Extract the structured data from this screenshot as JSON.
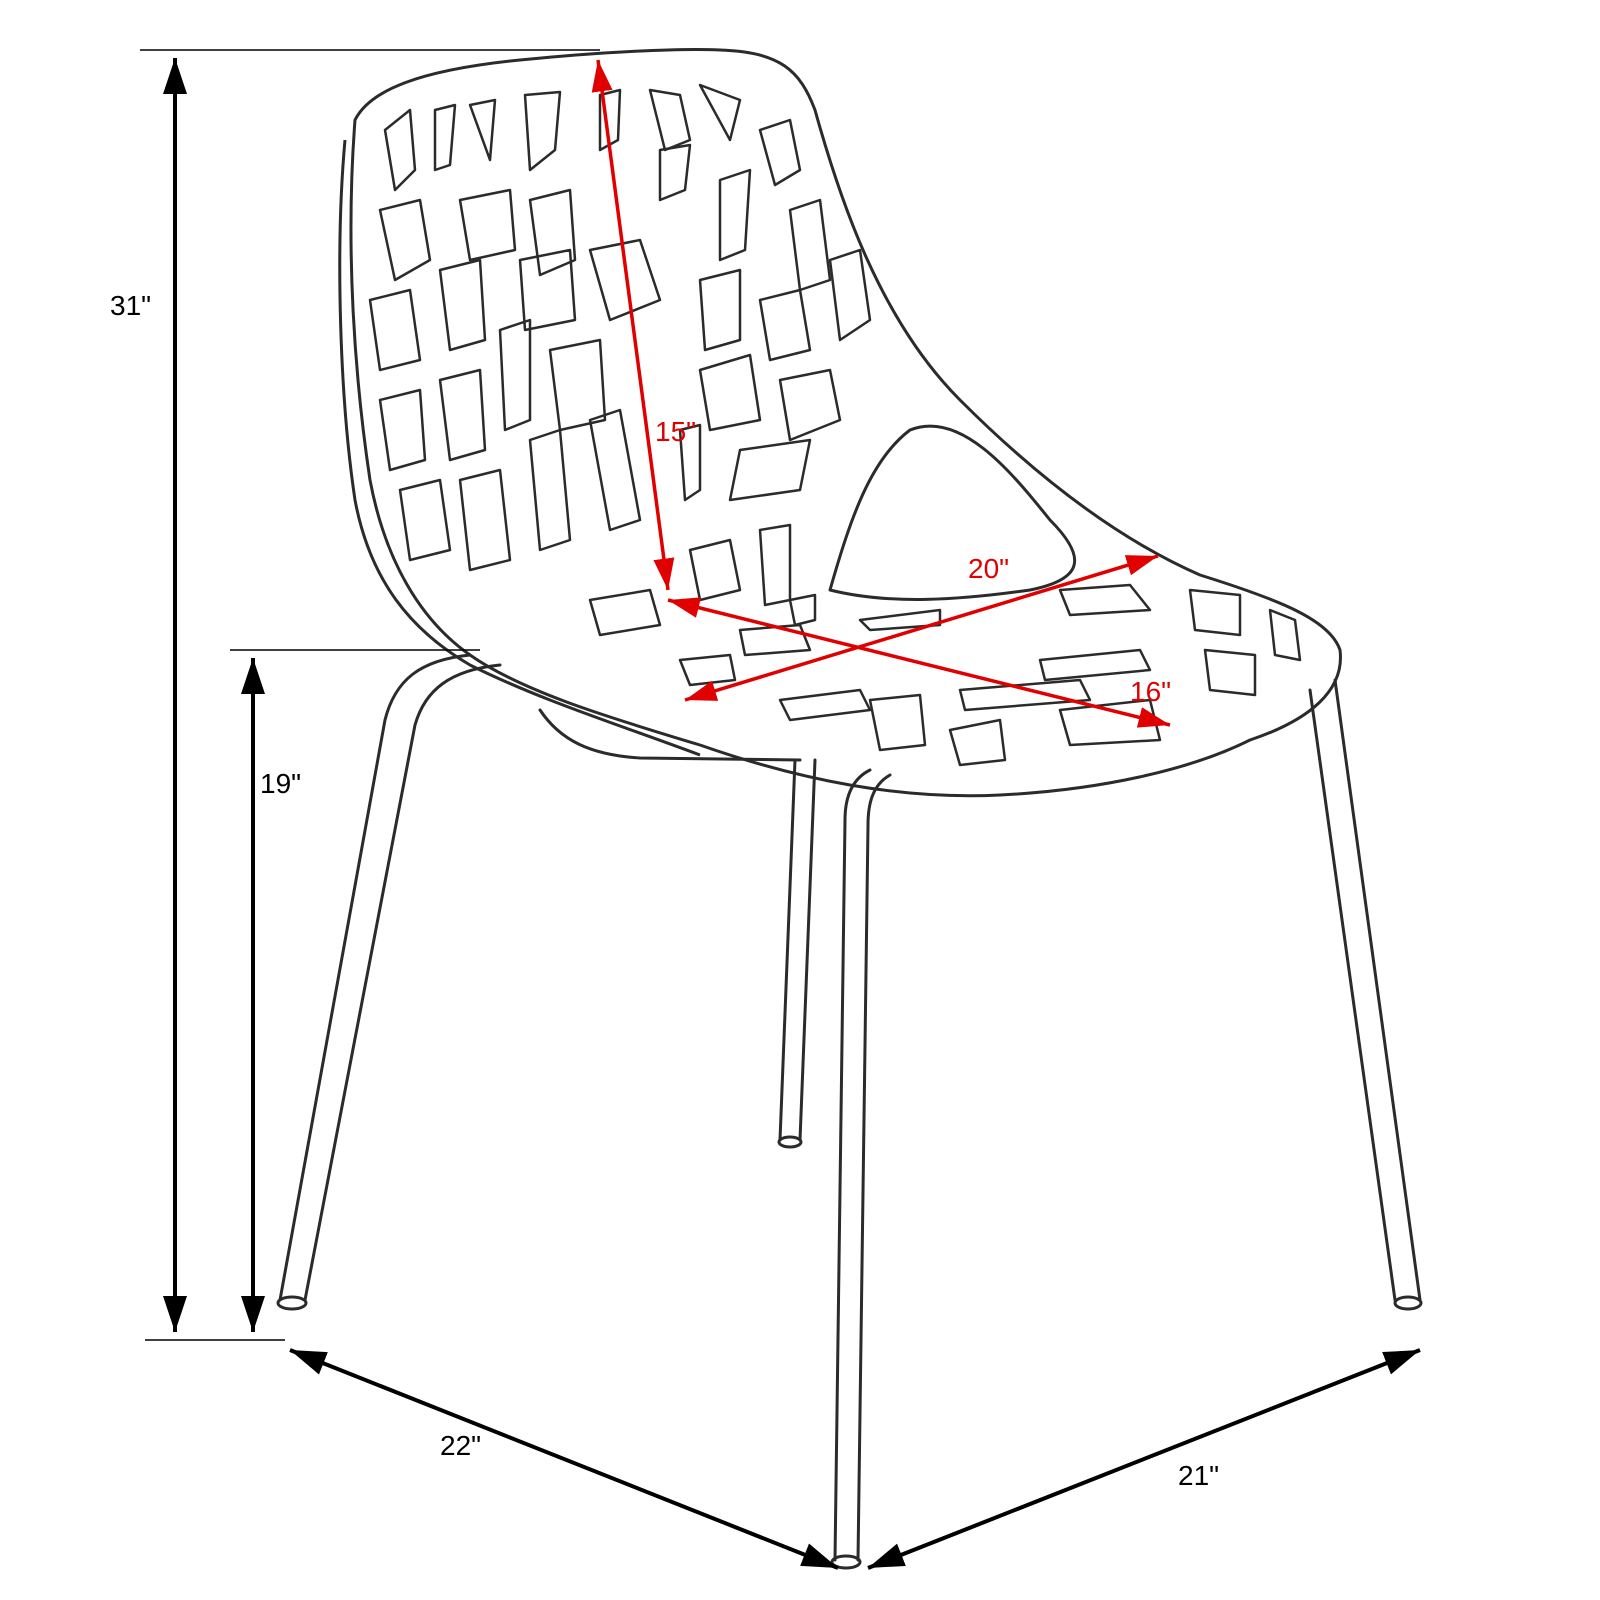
{
  "diagram": {
    "subject": "Stacking chair with branch-pattern perforated shell and four metal legs",
    "colors": {
      "outline": "#2b2b2b",
      "overall_dimension": "#000000",
      "seat_dimension": "#e00000",
      "background": "#ffffff"
    },
    "dimensions": {
      "overall_height": {
        "label": "31\"",
        "value_in": 31,
        "color": "black"
      },
      "seat_height": {
        "label": "19\"",
        "value_in": 19,
        "color": "black"
      },
      "overall_depth": {
        "label": "22\"",
        "value_in": 22,
        "color": "black"
      },
      "overall_width": {
        "label": "21\"",
        "value_in": 21,
        "color": "black"
      },
      "backrest_height": {
        "label": "15\"",
        "value_in": 15,
        "color": "red"
      },
      "seat_width": {
        "label": "20\"",
        "value_in": 20,
        "color": "red"
      },
      "seat_depth": {
        "label": "16\"",
        "value_in": 16,
        "color": "red"
      }
    }
  }
}
